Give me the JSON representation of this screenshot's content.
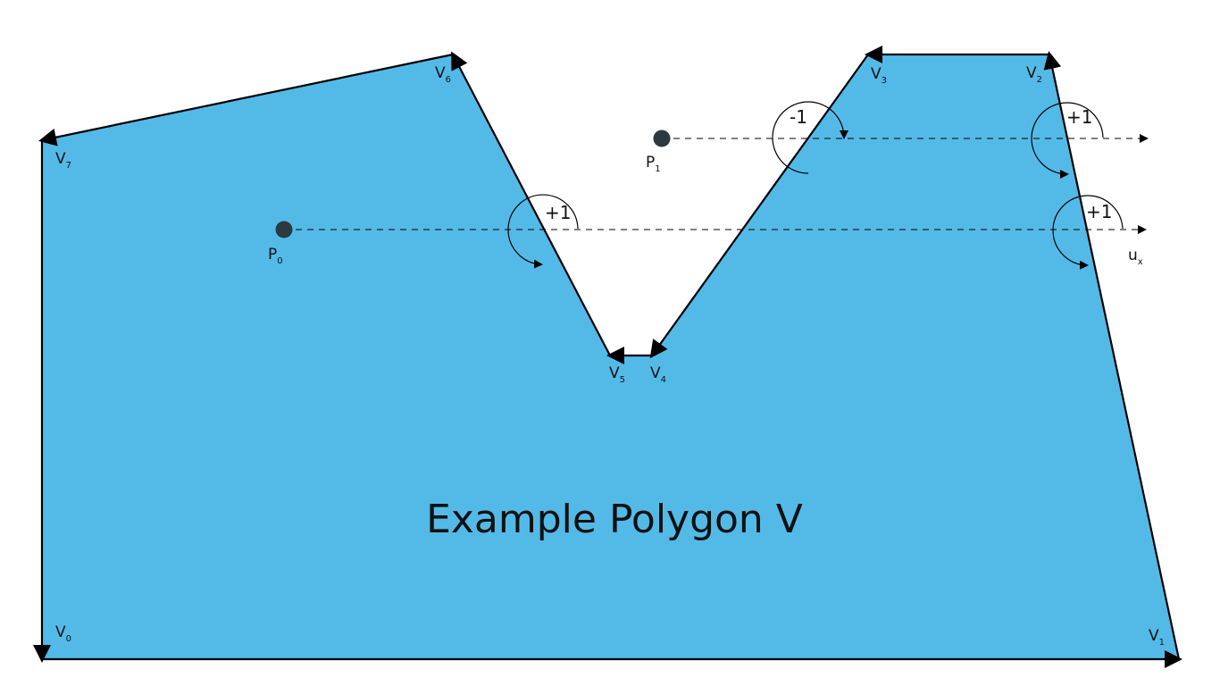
{
  "diagram": {
    "title": "Example Polygon V",
    "colors": {
      "fill": "#53bae8",
      "edge": "#000000",
      "point": "#2a3a40",
      "text": "#111111"
    },
    "vertices": [
      {
        "main": "V",
        "sub": "0"
      },
      {
        "main": "V",
        "sub": "1"
      },
      {
        "main": "V",
        "sub": "2"
      },
      {
        "main": "V",
        "sub": "3"
      },
      {
        "main": "V",
        "sub": "4"
      },
      {
        "main": "V",
        "sub": "5"
      },
      {
        "main": "V",
        "sub": "6"
      },
      {
        "main": "V",
        "sub": "7"
      }
    ],
    "points": [
      {
        "main": "P",
        "sub": "0"
      },
      {
        "main": "P",
        "sub": "1"
      }
    ],
    "ray_label": {
      "main": "u",
      "sub": "x"
    },
    "winding_labels": [
      "+1",
      "+1",
      "-1",
      "+1"
    ]
  }
}
